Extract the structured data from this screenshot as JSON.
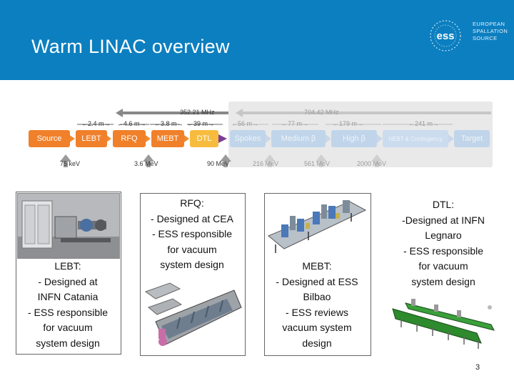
{
  "slide": {
    "title": "Warm LINAC overview",
    "page_number": "3",
    "logo": {
      "mark": "ess",
      "lines": [
        "EUROPEAN",
        "SPALLATION",
        "SOURCE"
      ]
    }
  },
  "linac": {
    "freq_low": "352.21 MHz",
    "freq_high": "704.42 MHz",
    "sections": [
      {
        "name": "Source",
        "length": ""
      },
      {
        "name": "LEBT",
        "length": "2.4 m"
      },
      {
        "name": "RFQ",
        "length": "4.6 m"
      },
      {
        "name": "MEBT",
        "length": "3.8 m"
      },
      {
        "name": "DTL",
        "length": "39 m"
      },
      {
        "name": "Spokes",
        "length": "56 m"
      },
      {
        "name": "Medium β",
        "length": "77 m"
      },
      {
        "name": "High β",
        "length": "179 m"
      },
      {
        "name": "HEBT & Contingency",
        "length": "241 m"
      },
      {
        "name": "Target",
        "length": ""
      }
    ],
    "energies": [
      "75 keV",
      "3.6 MeV",
      "90 MeV",
      "216 MeV",
      "561 MeV",
      "2000 MeV"
    ]
  },
  "columns": [
    {
      "name": "lebt",
      "lines": [
        "LEBT:",
        "- Designed at",
        "INFN Catania",
        "- ESS responsible",
        "for vacuum",
        "system design"
      ]
    },
    {
      "name": "rfq",
      "lines": [
        "RFQ:",
        "- Designed at CEA",
        "- ESS responsible",
        "for vacuum",
        "system design"
      ]
    },
    {
      "name": "mebt",
      "lines": [
        "MEBT:",
        "- Designed at ESS",
        "Bilbao",
        "- ESS reviews",
        "vacuum system",
        "design"
      ]
    },
    {
      "name": "dtl",
      "lines": [
        "DTL:",
        "-Designed at INFN",
        "Legnaro",
        "- ESS responsible",
        "for vacuum",
        "system design"
      ]
    }
  ]
}
